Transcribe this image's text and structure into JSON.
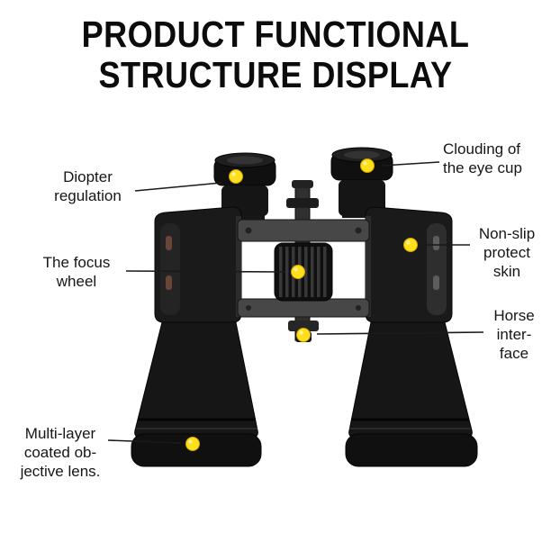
{
  "title": {
    "line1": "PRODUCT FUNCTIONAL",
    "line2": "STRUCTURE DISPLAY"
  },
  "callouts": [
    {
      "id": "diopter-regulation",
      "text": "Diopter\nregulation"
    },
    {
      "id": "eye-cup-clouding",
      "text": "Clouding of\nthe eye cup"
    },
    {
      "id": "focus-wheel",
      "text": "The focus\nwheel"
    },
    {
      "id": "non-slip-skin",
      "text": "Non-slip\nprotect\nskin"
    },
    {
      "id": "horse-interface",
      "text": "Horse\ninter-\nface"
    },
    {
      "id": "objective-lens",
      "text": "Multi-layer\ncoated ob-\njective lens."
    }
  ],
  "illustration": {
    "subject": "binoculars",
    "marker_count": 6,
    "marker_icon": "highlight-dot"
  },
  "colors": {
    "background": "#ffffff",
    "title_text": "#0c0c0c",
    "label_text": "#161616",
    "callout_line": "#1a1a1a",
    "marker_yellow": "#ffdf1b",
    "binoculars_body": "#161616",
    "hinge_plate": "#474747"
  }
}
